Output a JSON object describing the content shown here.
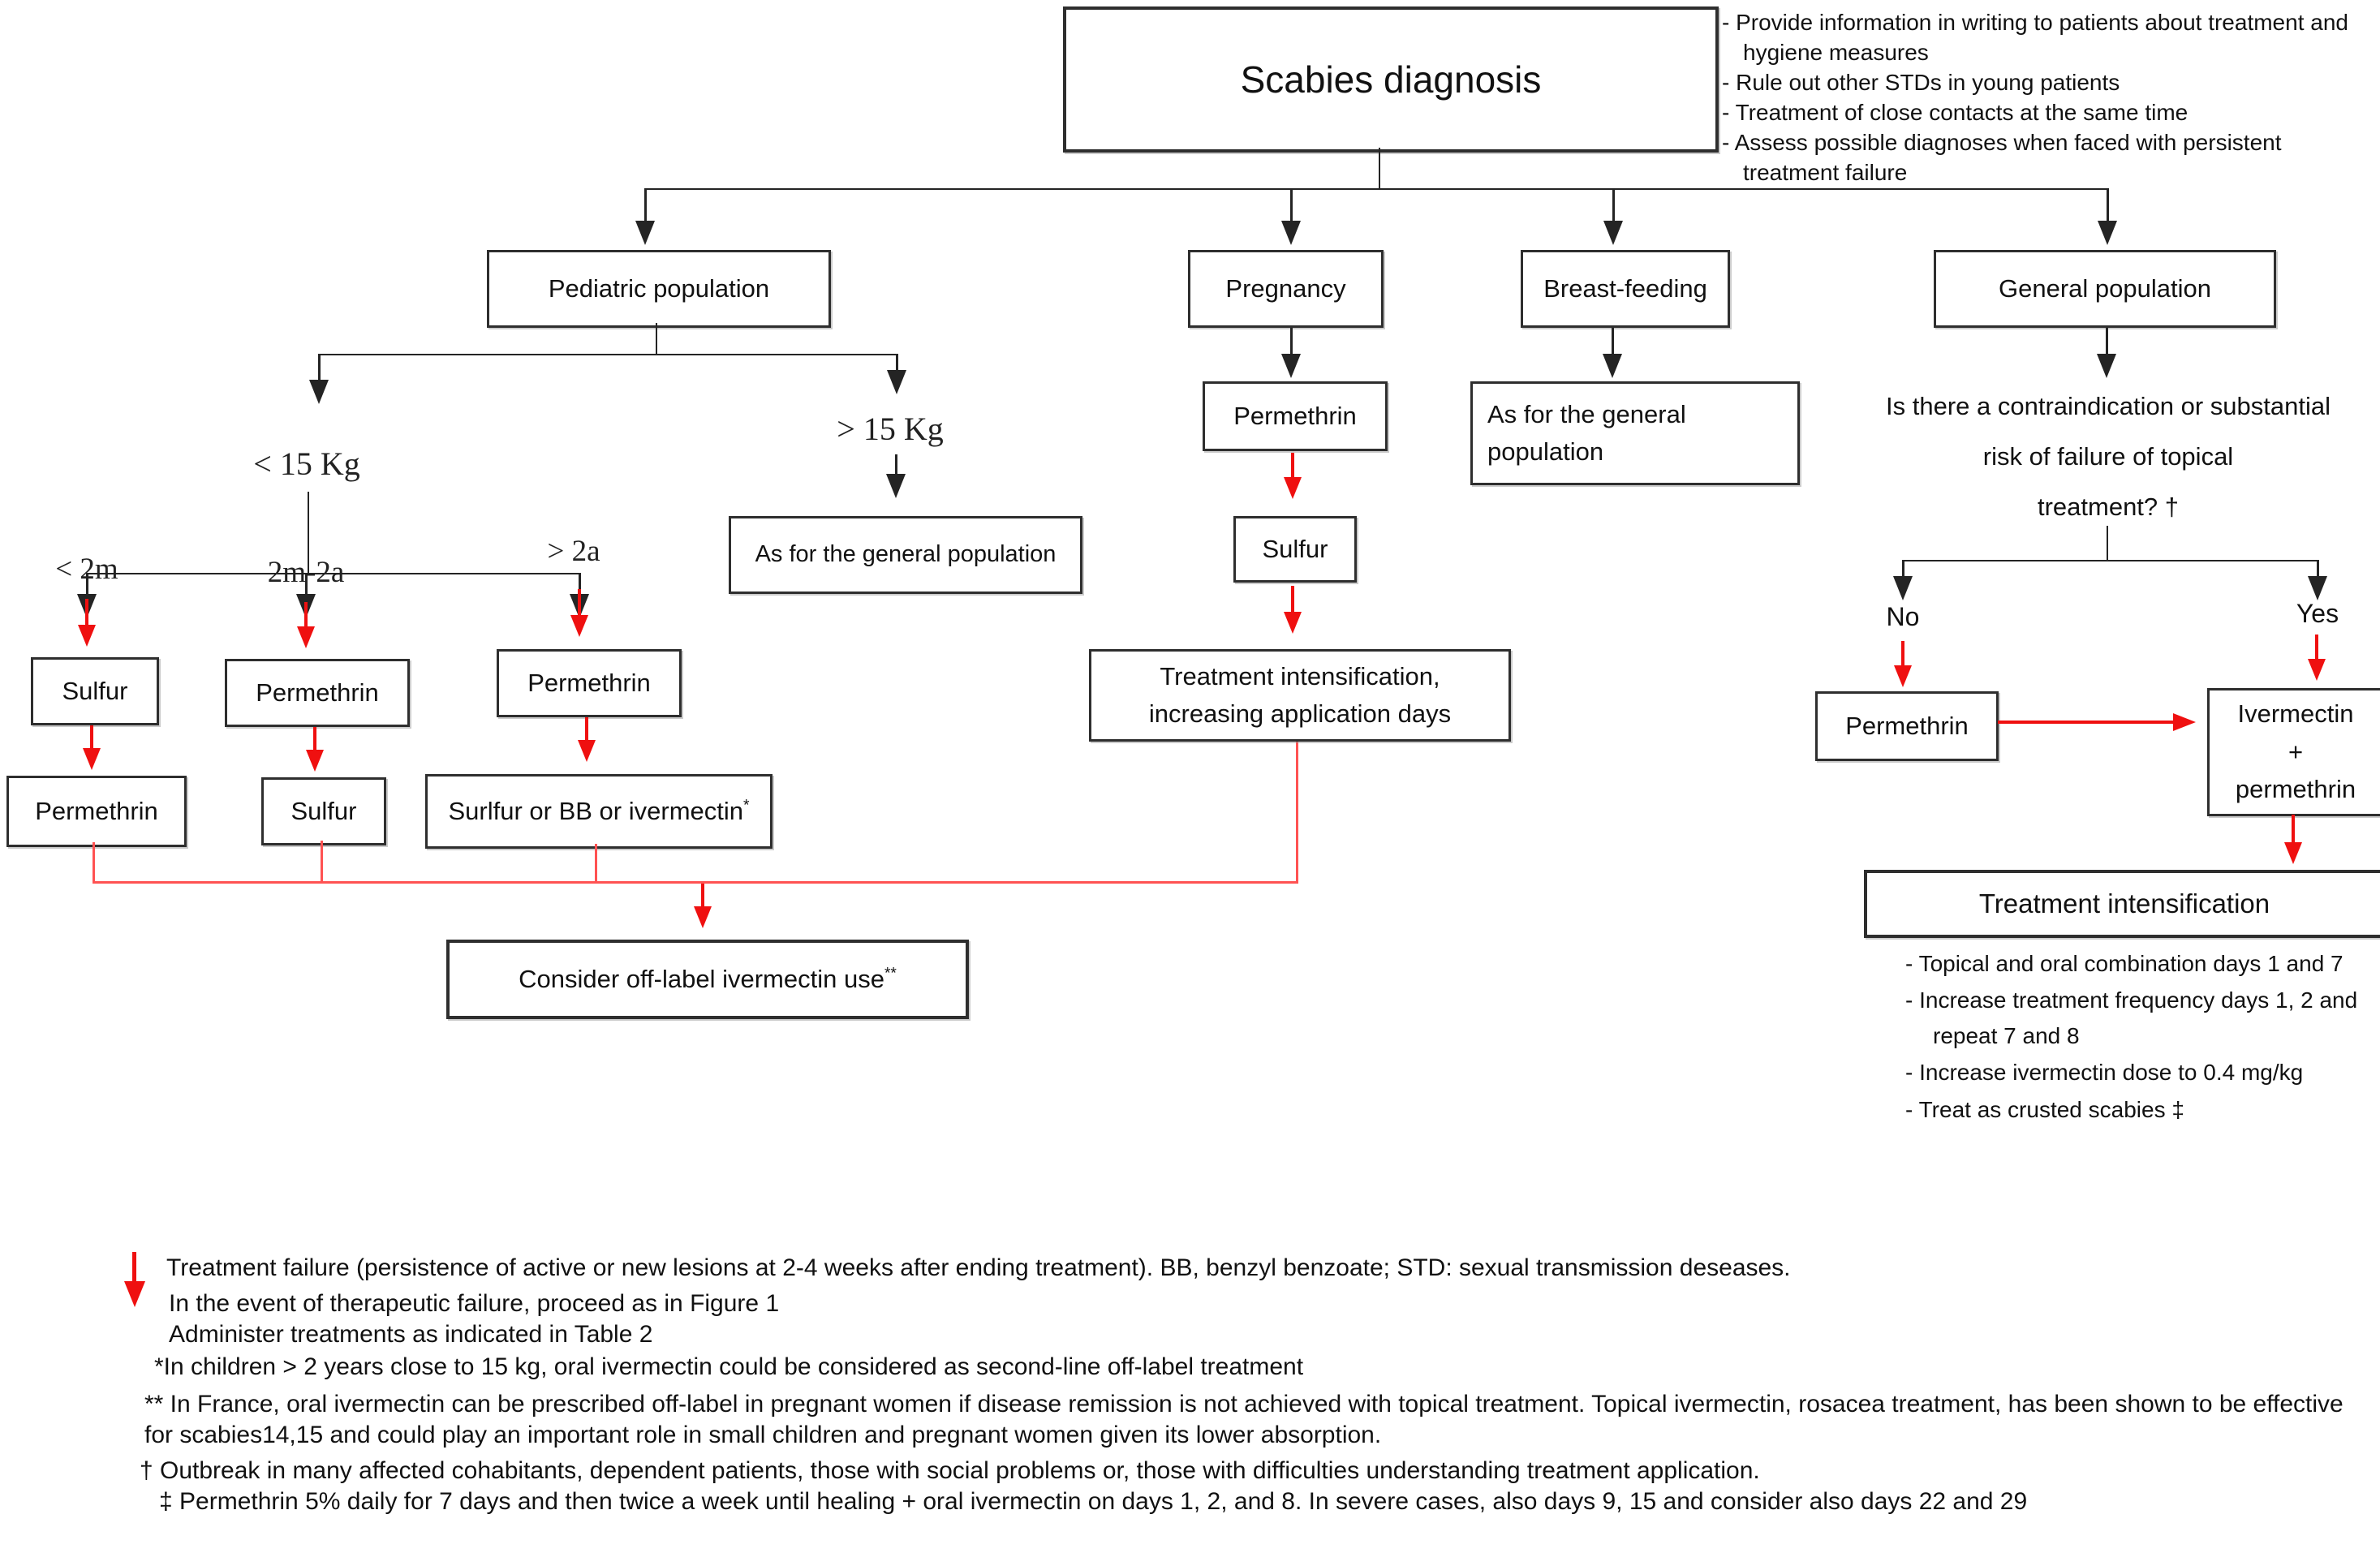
{
  "root": {
    "label": "Scabies diagnosis"
  },
  "top_notes": [
    "Provide information in writing to patients about treatment and hygiene measures",
    "Rule out other STDs in young patients",
    "Treatment of close contacts at the same time",
    "Assess possible diagnoses when faced with persistent treatment failure"
  ],
  "pediatric": {
    "label": "Pediatric population",
    "weight_left": "< 15 Kg",
    "weight_right": "> 15 Kg",
    "over15_outcome": "As for the general population",
    "age_groups": [
      "< 2m",
      "2m-2a",
      "> 2a"
    ],
    "col1": {
      "first": "Sulfur",
      "second": "Permethrin"
    },
    "col2": {
      "first": "Permethrin",
      "second": "Sulfur"
    },
    "col3": {
      "first": "Permethrin",
      "second": "Surlfur or BB or ivermectin",
      "second_sup": "*"
    },
    "failure_outcome": {
      "label": "Consider off-label ivermectin use",
      "sup": "**"
    }
  },
  "pregnancy": {
    "label": "Pregnancy",
    "step1": "Permethrin",
    "step2": "Sulfur",
    "step3_line1": "Treatment intensification,",
    "step3_line2": "increasing application days"
  },
  "breastfeeding": {
    "label": "Breast-feeding",
    "outcome": "As for the general population"
  },
  "general": {
    "label": "General population",
    "question_lines": [
      "Is there a contraindication or substantial",
      "risk of failure of topical",
      "treatment? †"
    ],
    "no_label": "No",
    "yes_label": "Yes",
    "no_treatment": "Permethrin",
    "yes_treatment_lines": [
      "Ivermectin",
      "+",
      "permethrin"
    ],
    "intensification_title": "Treatment intensification",
    "intensification_items": [
      "Topical and oral combination days 1 and 7",
      "Increase treatment frequency days 1, 2 and repeat 7 and 8",
      "Increase ivermectin dose to 0.4 mg/kg",
      "Treat as crusted scabies ‡"
    ]
  },
  "footnotes": [
    "Treatment failure (persistence of active or new lesions at 2-4 weeks after ending treatment). BB, benzyl benzoate; STD: sexual transmission deseases.",
    "In the event of therapeutic failure, proceed as in Figure 1",
    "Administer treatments as indicated in Table 2",
    "*In children > 2 years close to 15 kg, oral ivermectin could be considered as second-line off-label treatment",
    "** In France, oral ivermectin can be prescribed off-label in pregnant women if disease remission is not achieved with topical treatment. Topical ivermectin, rosacea treatment, has been shown to be effective for scabies14,15 and could play an important role in small children and pregnant women given its lower absorption.",
    "† Outbreak in many affected cohabitants, dependent patients, those with social problems or, those with difficulties understanding treatment application.",
    "‡ Permethrin 5% daily for 7 days and then twice a week until healing + oral ivermectin on days 1, 2, and 8. In severe cases, also days 9, 15 and consider also days 22 and 29"
  ],
  "colors": {
    "arrow_red": "#ef1010",
    "line_red": "#ff5252",
    "line_black": "#242424"
  }
}
